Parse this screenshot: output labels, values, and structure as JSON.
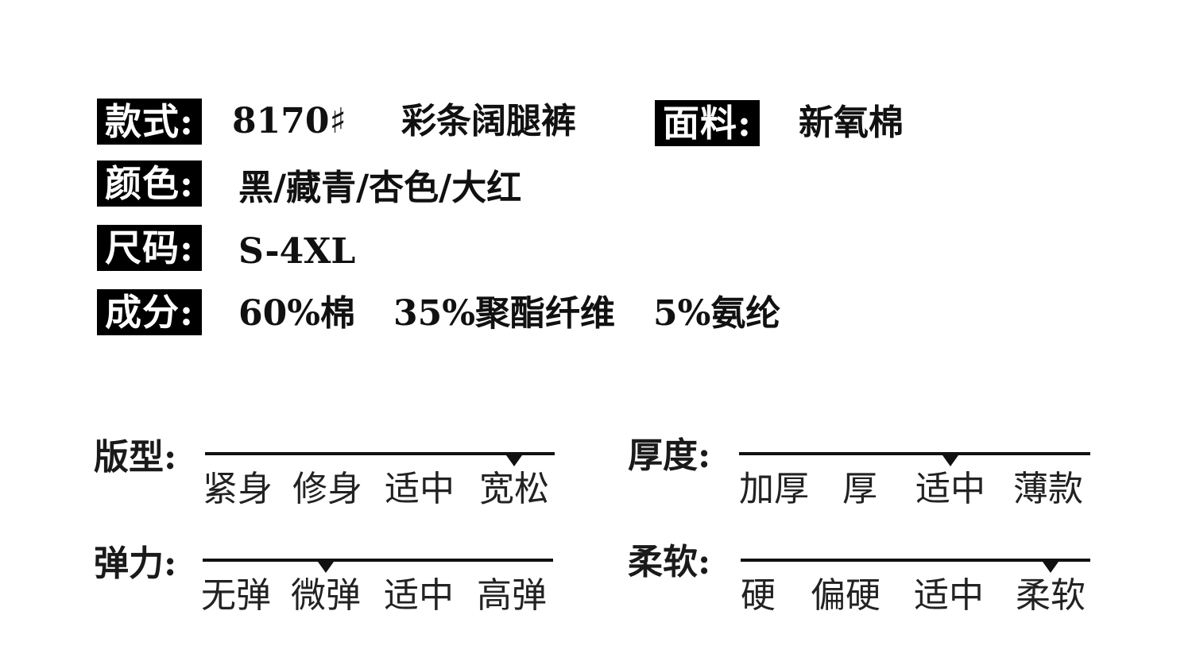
{
  "info": {
    "style_label": "款式:",
    "style_code": "8170♯",
    "style_name": "彩条阔腿裤",
    "fabric_label": "面料:",
    "fabric_value": "新氧棉",
    "color_label": "颜色:",
    "color_value": "黑/藏青/杏色/大红",
    "size_label": "尺码:",
    "size_value": "S-4XL",
    "composition_label": "成分:",
    "composition_1": "60%棉",
    "composition_2": "35%聚酯纤维",
    "composition_3": "5%氨纶"
  },
  "scales": {
    "fit": {
      "label": "版型:",
      "options": [
        "紧身",
        "修身",
        "适中",
        "宽松"
      ],
      "selected_index": 3
    },
    "thickness": {
      "label": "厚度:",
      "options": [
        "加厚",
        "厚",
        "适中",
        "薄款"
      ],
      "selected_index": 2
    },
    "elasticity": {
      "label": "弹力:",
      "options": [
        "无弹",
        "微弹",
        "适中",
        "高弹"
      ],
      "selected_index": 1
    },
    "softness": {
      "label": "柔软:",
      "options": [
        "硬",
        "偏硬",
        "适中",
        "柔软"
      ],
      "selected_index": 3
    }
  },
  "colors": {
    "label_background": "#000000",
    "label_text": "#ffffff",
    "text": "#111111"
  }
}
